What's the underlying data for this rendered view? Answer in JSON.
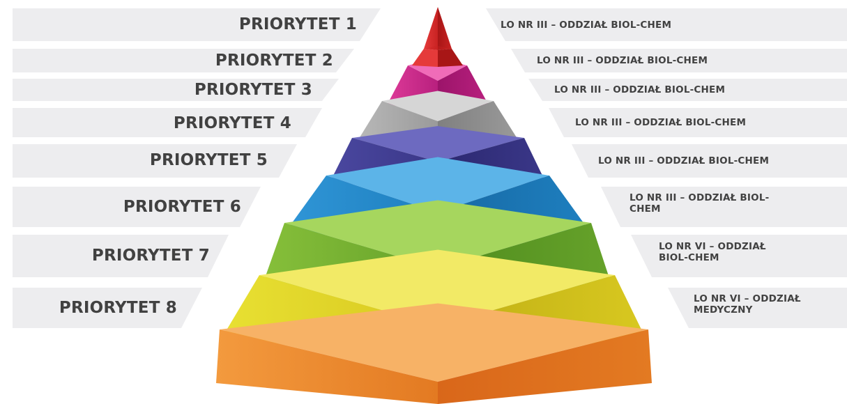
{
  "tiers": [
    {
      "label": "PRIORYTET 1",
      "description": [
        "LO NR III – ODDZIAŁ BIOL-CHEM"
      ],
      "colors": {
        "left": "#e53a3a",
        "right": "#a81616",
        "top": "#f05b5b",
        "front": "#c82222"
      }
    },
    {
      "label": "PRIORYTET 2",
      "description": [
        "LO NR III – ODDZIAŁ BIOL-CHEM"
      ],
      "colors": {
        "left": "#dd3a98",
        "right": "#9c146a",
        "top": "#f06cb8",
        "front": "#b8207e"
      }
    },
    {
      "label": "PRIORYTET 3",
      "description": [
        "LO NR III – ODDZIAŁ BIOL-CHEM"
      ],
      "colors": {
        "left": "#b8b8b8",
        "right": "#808080",
        "top": "#d6d6d6",
        "front": "#9a9a9a"
      }
    },
    {
      "label": "PRIORYTET 4",
      "description": [
        "LO NR III – ODDZIAŁ BIOL-CHEM"
      ],
      "colors": {
        "left": "#4a479f",
        "right": "#2b2870",
        "top": "#6d6ac0",
        "front": "#3a3788"
      }
    },
    {
      "label": "PRIORYTET 5",
      "description": [
        "LO NR III – ODDZIAŁ BIOL-CHEM"
      ],
      "colors": {
        "left": "#2f95d6",
        "right": "#1769a4",
        "top": "#5cb4e8",
        "front": "#1e7fbf"
      }
    },
    {
      "label": "PRIORYTET 6",
      "description": [
        "LO NR III – ODDZIAŁ BIOL-",
        "CHEM"
      ],
      "colors": {
        "left": "#86bf3a",
        "right": "#4f8c1e",
        "top": "#a6d65e",
        "front": "#66a22a"
      }
    },
    {
      "label": "PRIORYTET 7",
      "description": [
        "LO NR VI – ODDZIAŁ",
        "BIOL-CHEM"
      ],
      "colors": {
        "left": "#e8e032",
        "right": "#bfae14",
        "top": "#f2ea66",
        "front": "#d8c820"
      }
    },
    {
      "label": "PRIORYTET 8",
      "description": [
        "LO NR VI – ODDZIAŁ",
        "MEDYCZNY"
      ],
      "colors": {
        "left": "#f39a3e",
        "right": "#d9671a",
        "top": "#f7b266",
        "front": "#e37a22"
      }
    }
  ],
  "banner_color": "#ededef"
}
